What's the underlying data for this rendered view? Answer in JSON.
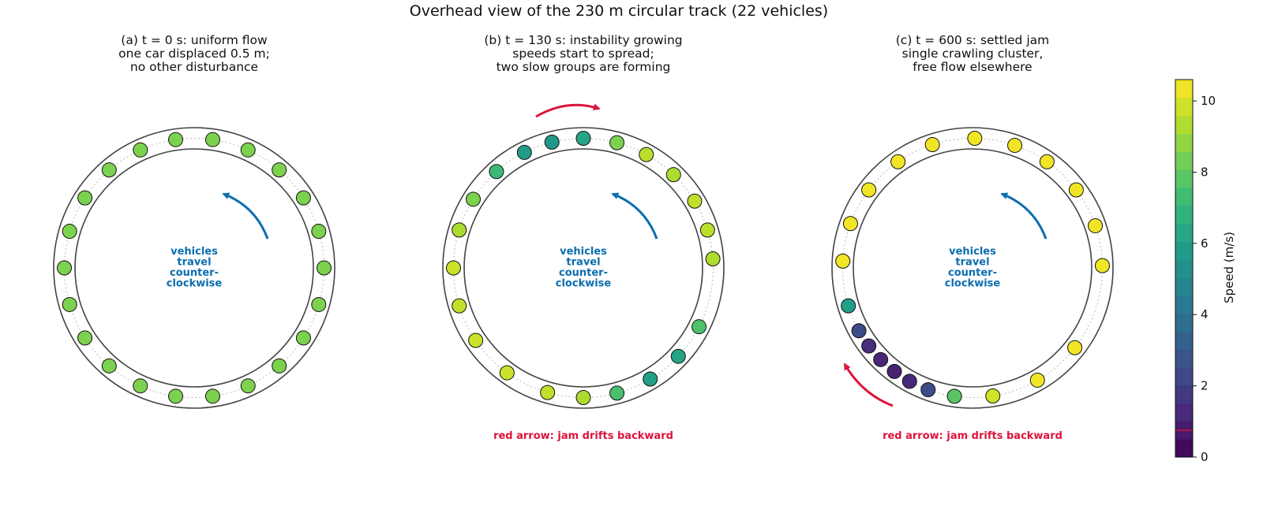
{
  "figure_title": "Overhead view of the 230 m circular track (22 vehicles)",
  "chart_data": {
    "type": "scatter",
    "vehicle_count": 22,
    "track_length_m": 230,
    "colormap": "viridis",
    "colorbar": {
      "label": "Speed (m/s)",
      "range": [
        0,
        10.6
      ],
      "ticks": [
        0,
        2,
        4,
        6,
        8,
        10
      ],
      "marker_value": 0.75,
      "marker_color": "#dc143c",
      "levels": 21
    },
    "colors": {
      "direction_arrow": "#0b6eaf",
      "jam_arrow": "#dc143c",
      "track": "#444444",
      "lane": "#bbbbbb"
    },
    "panels": [
      {
        "title_lines": [
          "(a) t = 0 s: uniform flow",
          "one car displaced 0.5 m;",
          "no other disturbance"
        ],
        "center_lines": [
          "vehicles",
          "travel",
          "counter-",
          "clockwise"
        ],
        "jam_note": "",
        "jam_arrow": "none",
        "vehicles": [
          {
            "angle_deg": 0,
            "speed": 8.5
          },
          {
            "angle_deg": 16.4,
            "speed": 8.5
          },
          {
            "angle_deg": 32.7,
            "speed": 8.5
          },
          {
            "angle_deg": 49.1,
            "speed": 8.5
          },
          {
            "angle_deg": 65.5,
            "speed": 8.5
          },
          {
            "angle_deg": 81.8,
            "speed": 8.5
          },
          {
            "angle_deg": 98.2,
            "speed": 8.5
          },
          {
            "angle_deg": 114.5,
            "speed": 8.5
          },
          {
            "angle_deg": 130.9,
            "speed": 8.5
          },
          {
            "angle_deg": 147.3,
            "speed": 8.5
          },
          {
            "angle_deg": 163.6,
            "speed": 8.5
          },
          {
            "angle_deg": 180,
            "speed": 8.5
          },
          {
            "angle_deg": 196.4,
            "speed": 8.5
          },
          {
            "angle_deg": 212.7,
            "speed": 8.5
          },
          {
            "angle_deg": 229.1,
            "speed": 8.5
          },
          {
            "angle_deg": 245.5,
            "speed": 8.5
          },
          {
            "angle_deg": 261.8,
            "speed": 8.5
          },
          {
            "angle_deg": 278.2,
            "speed": 8.5
          },
          {
            "angle_deg": 294.5,
            "speed": 8.5
          },
          {
            "angle_deg": 310.9,
            "speed": 8.5
          },
          {
            "angle_deg": 327.3,
            "speed": 8.5
          },
          {
            "angle_deg": 343.6,
            "speed": 8.5
          }
        ]
      },
      {
        "title_lines": [
          "(b) t = 130 s: instability growing",
          "speeds start to spread;",
          "two slow groups are forming"
        ],
        "center_lines": [
          "vehicles",
          "travel",
          "counter-",
          "clockwise"
        ],
        "jam_note": "red arrow: jam drifts backward",
        "jam_arrow": "top",
        "vehicles": [
          {
            "angle_deg": 4,
            "speed": 9.3
          },
          {
            "angle_deg": 17,
            "speed": 9.5
          },
          {
            "angle_deg": 31,
            "speed": 9.6
          },
          {
            "angle_deg": 46,
            "speed": 9.3
          },
          {
            "angle_deg": 61,
            "speed": 9.5
          },
          {
            "angle_deg": 75,
            "speed": 8.5
          },
          {
            "angle_deg": 90,
            "speed": 6.2
          },
          {
            "angle_deg": 104,
            "speed": 5.6
          },
          {
            "angle_deg": 117,
            "speed": 5.8
          },
          {
            "angle_deg": 132,
            "speed": 7.2
          },
          {
            "angle_deg": 148,
            "speed": 8.5
          },
          {
            "angle_deg": 163,
            "speed": 9.3
          },
          {
            "angle_deg": 180,
            "speed": 9.8
          },
          {
            "angle_deg": 197,
            "speed": 9.6
          },
          {
            "angle_deg": 214,
            "speed": 9.8
          },
          {
            "angle_deg": 234,
            "speed": 9.8
          },
          {
            "angle_deg": 254,
            "speed": 9.6
          },
          {
            "angle_deg": 270,
            "speed": 9.3
          },
          {
            "angle_deg": 285,
            "speed": 7.5
          },
          {
            "angle_deg": 301,
            "speed": 6.0
          },
          {
            "angle_deg": 317,
            "speed": 6.2
          },
          {
            "angle_deg": 333,
            "speed": 7.6
          }
        ]
      },
      {
        "title_lines": [
          "(c) t = 600 s: settled jam",
          "single crawling cluster,",
          "free flow elsewhere"
        ],
        "center_lines": [
          "vehicles",
          "travel",
          "counter-",
          "clockwise"
        ],
        "jam_note": "red arrow: jam drifts backward",
        "jam_arrow": "bottom-left",
        "vehicles": [
          {
            "angle_deg": 1,
            "speed": 10.4
          },
          {
            "angle_deg": 19,
            "speed": 10.4
          },
          {
            "angle_deg": 37,
            "speed": 10.4
          },
          {
            "angle_deg": 55,
            "speed": 10.4
          },
          {
            "angle_deg": 71,
            "speed": 10.4
          },
          {
            "angle_deg": 89,
            "speed": 10.4
          },
          {
            "angle_deg": 108,
            "speed": 10.4
          },
          {
            "angle_deg": 125,
            "speed": 10.4
          },
          {
            "angle_deg": 143,
            "speed": 10.4
          },
          {
            "angle_deg": 160,
            "speed": 10.4
          },
          {
            "angle_deg": 177,
            "speed": 10.4
          },
          {
            "angle_deg": 197,
            "speed": 6.0
          },
          {
            "angle_deg": 209,
            "speed": 2.4
          },
          {
            "angle_deg": 217,
            "speed": 1.4
          },
          {
            "angle_deg": 225,
            "speed": 1.1
          },
          {
            "angle_deg": 233,
            "speed": 1.0
          },
          {
            "angle_deg": 241,
            "speed": 1.2
          },
          {
            "angle_deg": 250,
            "speed": 2.4
          },
          {
            "angle_deg": 262,
            "speed": 7.8
          },
          {
            "angle_deg": 279,
            "speed": 9.9
          },
          {
            "angle_deg": 300,
            "speed": 10.4
          },
          {
            "angle_deg": 322,
            "speed": 10.4
          }
        ]
      }
    ]
  }
}
